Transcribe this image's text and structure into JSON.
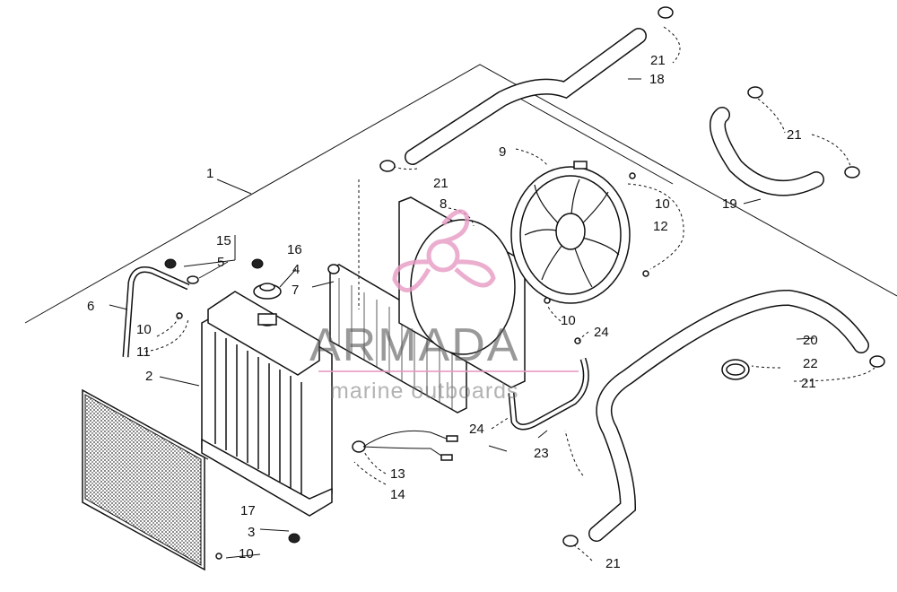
{
  "watermark": {
    "brand": "ARMADA",
    "tagline": "marine outboards",
    "logo_color": "#e79bc4"
  },
  "callouts": [
    {
      "id": "c1",
      "text": "1"
    },
    {
      "id": "c2",
      "text": "2"
    },
    {
      "id": "c3",
      "text": "3"
    },
    {
      "id": "c4",
      "text": "4"
    },
    {
      "id": "c5",
      "text": "5"
    },
    {
      "id": "c6",
      "text": "6"
    },
    {
      "id": "c7",
      "text": "7"
    },
    {
      "id": "c8",
      "text": "8"
    },
    {
      "id": "c9",
      "text": "9"
    },
    {
      "id": "c10a",
      "text": "10"
    },
    {
      "id": "c10b",
      "text": "10"
    },
    {
      "id": "c10c",
      "text": "10"
    },
    {
      "id": "c10d",
      "text": "10"
    },
    {
      "id": "c11",
      "text": "11"
    },
    {
      "id": "c12",
      "text": "12"
    },
    {
      "id": "c13",
      "text": "13"
    },
    {
      "id": "c14",
      "text": "14"
    },
    {
      "id": "c15",
      "text": "15"
    },
    {
      "id": "c16",
      "text": "16"
    },
    {
      "id": "c17",
      "text": "17"
    },
    {
      "id": "c18",
      "text": "18"
    },
    {
      "id": "c19",
      "text": "19"
    },
    {
      "id": "c20",
      "text": "20"
    },
    {
      "id": "c21a",
      "text": "21"
    },
    {
      "id": "c21b",
      "text": "21"
    },
    {
      "id": "c21c",
      "text": "21"
    },
    {
      "id": "c21d",
      "text": "21"
    },
    {
      "id": "c21e",
      "text": "21"
    },
    {
      "id": "c22",
      "text": "22"
    },
    {
      "id": "c23",
      "text": "23"
    },
    {
      "id": "c24a",
      "text": "24"
    },
    {
      "id": "c24b",
      "text": "24"
    }
  ]
}
